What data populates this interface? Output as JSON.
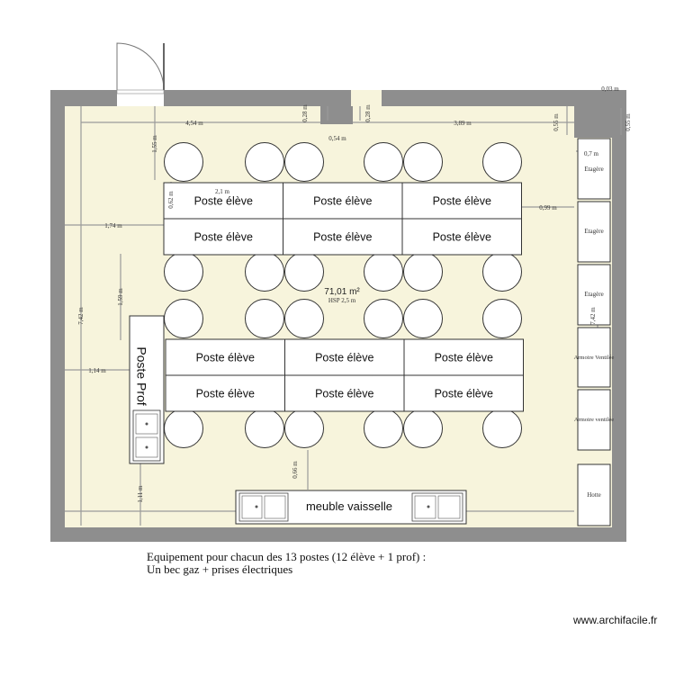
{
  "room": {
    "area": "71,01 m²",
    "hsp": "HSP 2,5 m"
  },
  "desk_label": "Poste élève",
  "teacher_label": "Poste Prof",
  "counter_label": "meuble vaisselle",
  "storage": [
    {
      "label": "Etagère"
    },
    {
      "label": "Etagère"
    },
    {
      "label": "Etagère"
    },
    {
      "label": "Armoire Ventilée"
    },
    {
      "label": "Armoire ventilée"
    },
    {
      "label": "Hotte"
    }
  ],
  "dimensions": {
    "top_left_width": "4,54 m",
    "door_post": "0,28 m",
    "door_gap": "0,54 m",
    "door_post_right": "0,28 m",
    "top_right_width": "3,89 m",
    "right_corner": "0,55 m",
    "outer_corner_top": "0,03 m",
    "outer_corner_side": "0,55 m",
    "shelf_depth": "0,7 m",
    "row1_offset": "1,55 m",
    "desk_depth": "0,62 m",
    "desk_width": "2,1 m",
    "left_offset": "1,74 m",
    "right_offset": "0,99 m",
    "row_gap": "1,59 m",
    "room_height": "7,42 m",
    "room_height_right": "7,42 m",
    "teacher_offset": "1,14 m",
    "counter_gap": "0,66 m",
    "bottom_offset": "1,11 m"
  },
  "caption": {
    "line1": "Equipement pour chacun des 13 postes (12 élève + 1 prof) :",
    "line2": "Un bec gaz + prises électriques"
  },
  "credit": "www.archifacile.fr",
  "colors": {
    "wall": "#8e8e8e",
    "floor": "#f7f4dc",
    "dimension_line": "#9a9a9a",
    "desk_fill": "#ffffff",
    "outline": "#333333"
  }
}
